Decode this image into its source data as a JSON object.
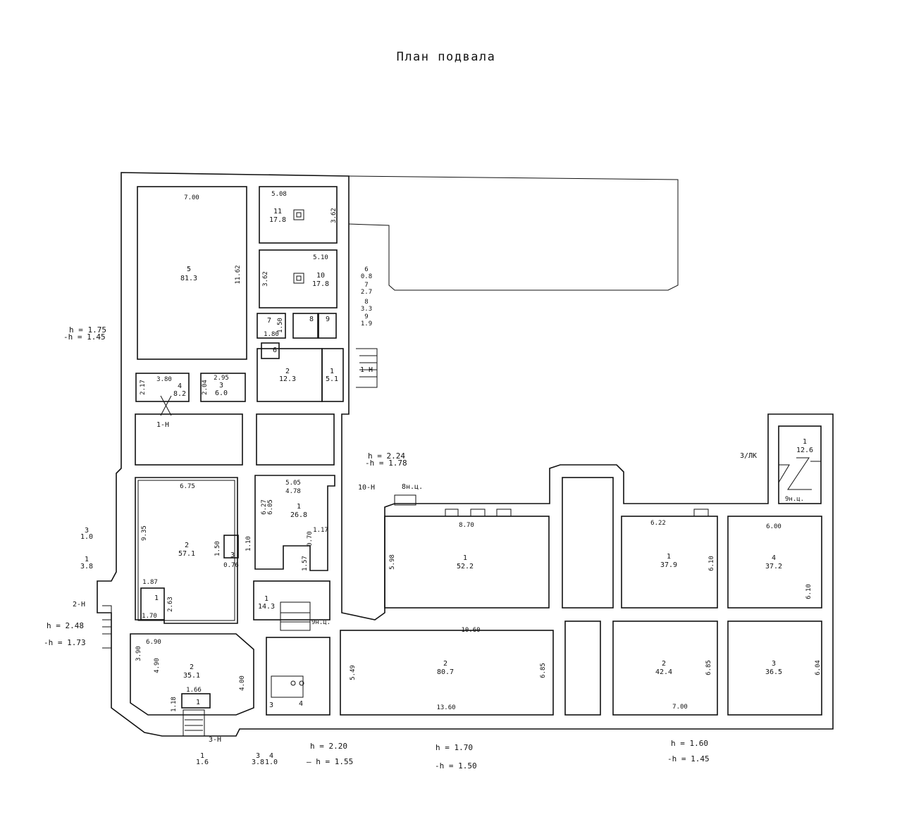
{
  "title": "План подвала",
  "rooms": [
    {
      "id": "r5a",
      "num": "5",
      "area": "81.3",
      "w": "7.00",
      "h": "11.62"
    },
    {
      "id": "r11",
      "num": "11",
      "area": "17.8",
      "w": "5.08",
      "h": "3.62"
    },
    {
      "id": "r10",
      "num": "10",
      "area": "17.8",
      "w": "5.10",
      "h": "3.62"
    },
    {
      "id": "r7",
      "num": "7",
      "h": "1.50",
      "w": "1.80"
    },
    {
      "id": "r8",
      "num": "8"
    },
    {
      "id": "r9",
      "num": "9"
    },
    {
      "id": "r6",
      "num": "6"
    },
    {
      "id": "r2a",
      "num": "2",
      "area": "12.3"
    },
    {
      "id": "r1a",
      "num": "1",
      "area": "5.1"
    },
    {
      "id": "r4a",
      "num": "4",
      "area": "8.2",
      "w": "3.80",
      "h": "2.17"
    },
    {
      "id": "r3a",
      "num": "3",
      "area": "6.0",
      "w": "2.95",
      "h": "2.04"
    },
    {
      "id": "r2b",
      "num": "2",
      "area": "57.1",
      "w": "6.75",
      "h": "9.35"
    },
    {
      "id": "r3b",
      "num": "3",
      "w": "0.76",
      "h": "1.50"
    },
    {
      "id": "r1b",
      "num": "1",
      "w": "1.87",
      "w2": "1.70",
      "h": "2.63"
    },
    {
      "id": "r1c",
      "num": "1",
      "area": "26.8",
      "w": "5.05",
      "w2": "4.78",
      "h": "6.27",
      "h2": "6.05",
      "d1": "1.17",
      "d2": "0.70",
      "d3": "1.10",
      "d4": "1.57"
    },
    {
      "id": "r1d",
      "num": "1",
      "area": "14.3"
    },
    {
      "id": "r2c",
      "num": "2",
      "area": "35.1",
      "w": "6.90",
      "h": "3.90",
      "h2": "4.90",
      "d1": "1.66",
      "d2": "1.18",
      "d3": "4.00"
    },
    {
      "id": "r3c",
      "num": "3"
    },
    {
      "id": "r4c",
      "num": "4"
    },
    {
      "id": "r1e",
      "num": "1"
    },
    {
      "id": "rE1",
      "num": "1",
      "area": "52.2",
      "w": "8.70",
      "h": "5.98"
    },
    {
      "id": "rE2",
      "num": "2",
      "area": "80.7",
      "w": "10.60",
      "w2": "13.60",
      "h": "5.49",
      "h2": "6.85"
    },
    {
      "id": "rE1b",
      "num": "1",
      "area": "37.9",
      "w": "6.22",
      "h": "6.10"
    },
    {
      "id": "rE4",
      "num": "4",
      "area": "37.2",
      "w": "6.00",
      "h": "6.10"
    },
    {
      "id": "rE2b",
      "num": "2",
      "area": "42.4",
      "w": "7.00",
      "h": "6.85"
    },
    {
      "id": "rE3",
      "num": "3",
      "area": "36.5",
      "h": "6.04"
    },
    {
      "id": "rE1c",
      "num": "1",
      "area": "12.6"
    }
  ],
  "small_fractions": [
    {
      "num": "6",
      "area": "0.8"
    },
    {
      "num": "7",
      "area": "2.7"
    },
    {
      "num": "8",
      "area": "3.3"
    },
    {
      "num": "9",
      "area": "1.9"
    }
  ],
  "outside_fractions": [
    {
      "num": "3",
      "area": "1.0"
    },
    {
      "num": "1",
      "area": "3.8"
    },
    {
      "num": "1",
      "area": "1.6"
    },
    {
      "num": "3",
      "area": "3.8"
    },
    {
      "num": "4",
      "area": "1.0"
    }
  ],
  "heights": [
    {
      "h": "h = 1.75",
      "mh": "-h = 1.45"
    },
    {
      "h": "h = 2.24",
      "mh": "-h = 1.78"
    },
    {
      "h": "h = 2.48",
      "mh": "-h = 1.73"
    },
    {
      "h": "h = 2.20",
      "mh": "– h = 1.55"
    },
    {
      "h": "h = 1.70",
      "mh": "-h = 1.50"
    },
    {
      "h": "h = 1.60",
      "mh": "-h = 1.45"
    }
  ],
  "markers": {
    "m1": "1-Н",
    "m1b": "1-Н",
    "m10": "10-Н",
    "m8": "8н.ц.",
    "m2": "2-Н",
    "m3": "3-Н",
    "m9": "9н.ц.",
    "m9b": "9н.ц.",
    "m3lk": "З/ЛК"
  }
}
